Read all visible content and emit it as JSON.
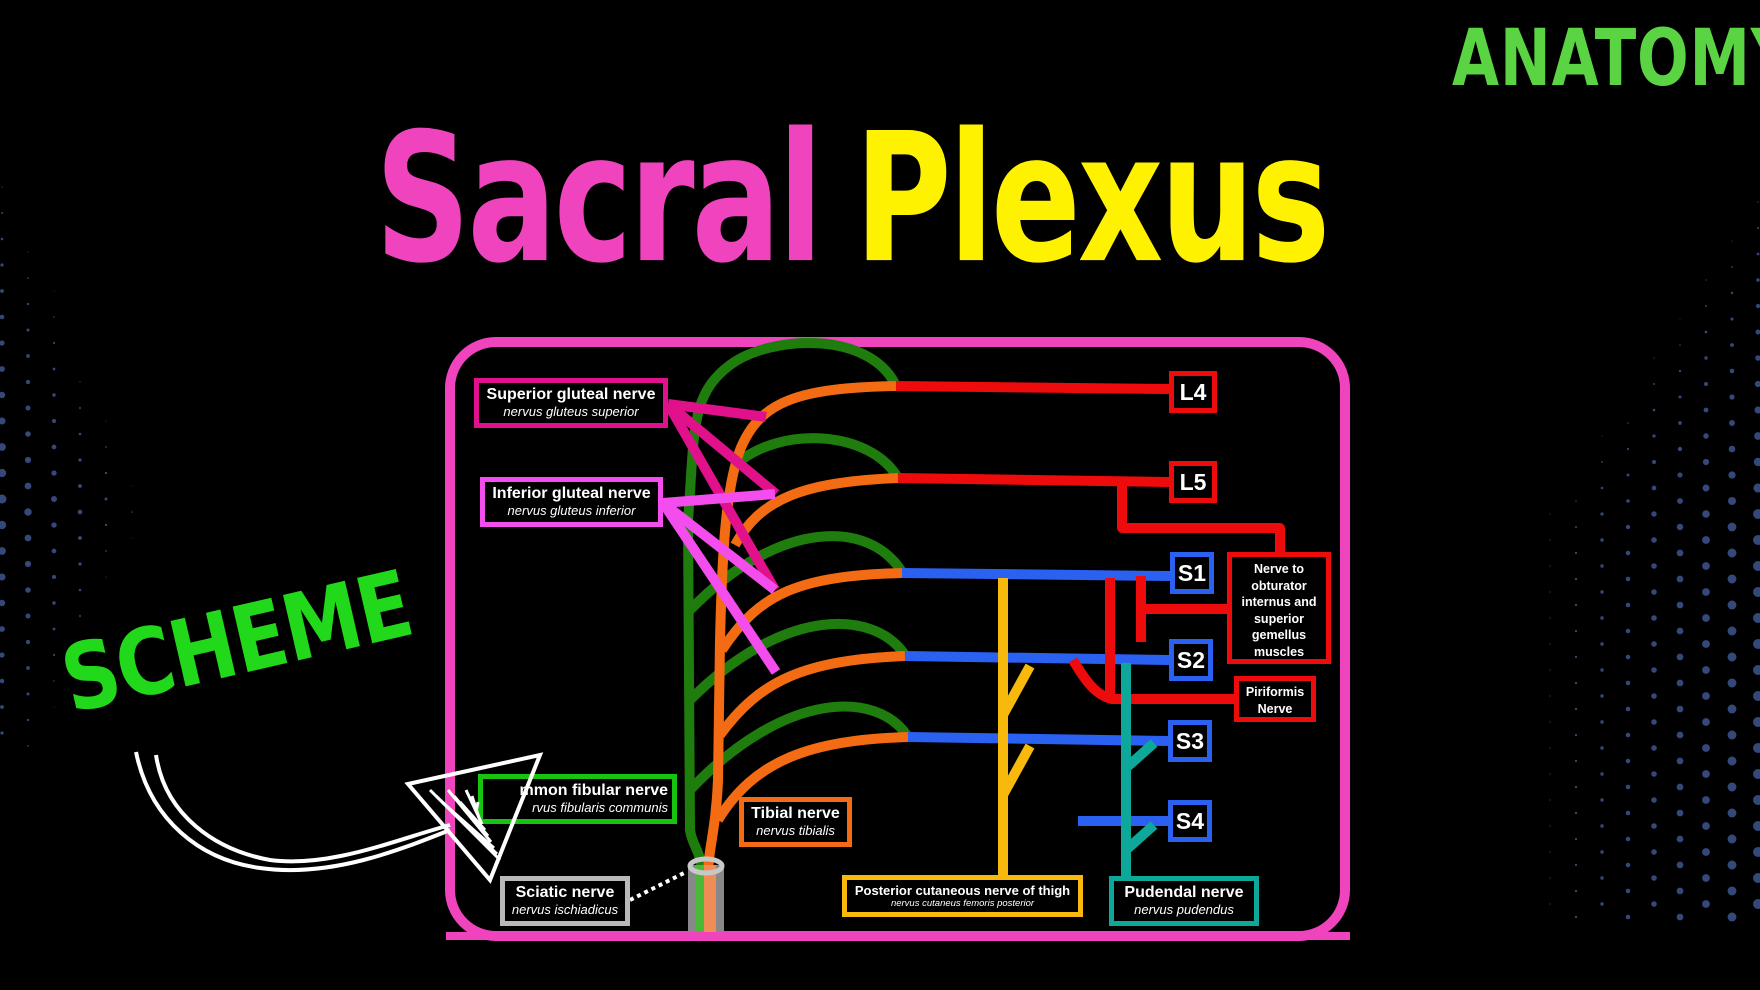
{
  "brand": {
    "label": "ANATOMY",
    "color": "#5bd443"
  },
  "title": {
    "word1": "Sacral",
    "word2": "Plexus",
    "word1_color": "#ef44bd",
    "word2_color": "#fff200"
  },
  "callout": {
    "label": "SCHEME",
    "color": "#22d81a",
    "arrow_color": "#ffffff"
  },
  "colors": {
    "frame": "#ef44bd",
    "lumbar": "#ee0b0b",
    "sacral": "#2a61f0",
    "anterior_division": "#f36b12",
    "posterior_division": "#1f7d0e",
    "superior_gluteal": "#e0118b",
    "inferior_gluteal": "#f44ded",
    "posterior_cutaneous": "#f7b90b",
    "pudendal": "#0ea89b",
    "sciatic_sheath": "#888888",
    "background_dots": "#34497a"
  },
  "roots": [
    {
      "id": "L4",
      "label": "L4",
      "type": "lumbar"
    },
    {
      "id": "L5",
      "label": "L5",
      "type": "lumbar"
    },
    {
      "id": "S1",
      "label": "S1",
      "type": "sacral"
    },
    {
      "id": "S2",
      "label": "S2",
      "type": "sacral"
    },
    {
      "id": "S3",
      "label": "S3",
      "type": "sacral"
    },
    {
      "id": "S4",
      "label": "S4",
      "type": "sacral"
    }
  ],
  "nerves": {
    "superior_gluteal": {
      "name": "Superior gluteal nerve",
      "latin": "nervus gluteus superior"
    },
    "inferior_gluteal": {
      "name": "Inferior gluteal nerve",
      "latin": "nervus gluteus inferior"
    },
    "common_fibular": {
      "name": "Common fibular nerve",
      "visible_name": "mmon fibular nerve",
      "latin": "nervus fibularis communis",
      "visible_latin": "rvus fibularis communis"
    },
    "tibial": {
      "name": "Tibial nerve",
      "latin": "nervus tibialis"
    },
    "sciatic": {
      "name": "Sciatic nerve",
      "latin": "nervus ischiadicus"
    },
    "posterior_cutaneous": {
      "name": "Posterior cutaneous nerve of thigh",
      "latin": "nervus cutaneus femoris posterior"
    },
    "pudendal": {
      "name": "Pudendal nerve",
      "latin": "nervus pudendus"
    },
    "obturator_internus": {
      "lines": [
        "Nerve to",
        "obturator",
        "internus and",
        "superior",
        "gemellus",
        "muscles"
      ]
    },
    "piriformis": {
      "lines": [
        "Piriformis",
        "Nerve"
      ]
    }
  }
}
